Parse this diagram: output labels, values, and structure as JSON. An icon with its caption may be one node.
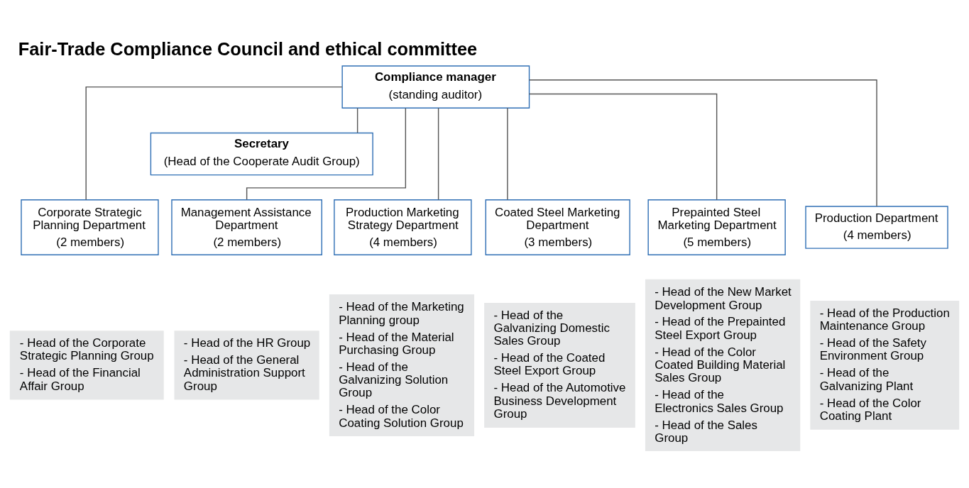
{
  "diagram": {
    "title": "Fair-Trade Compliance Council and ethical committee",
    "nodes": [
      {
        "text": [
          "Compliance manager",
          "(standing auditor)"
        ]
      },
      {
        "text": [
          "Secretary",
          "(Head of the Cooperate Audit Group)"
        ]
      },
      {
        "text": [
          "Corporate Strategic Planning Department",
          "(2 members)"
        ]
      },
      {
        "text": [
          "Management Assistance Department",
          "(2 members)"
        ]
      },
      {
        "text": [
          "Production Marketing Strategy Department",
          "(4 members)"
        ]
      },
      {
        "text": [
          "Coated Steel Marketing Department",
          "(3 members)"
        ]
      },
      {
        "text": [
          "Prepainted Steel Marketing Department",
          "(5 members)"
        ]
      },
      {
        "text": [
          "Production Department",
          "(4 members)"
        ]
      },
      {
        "text": [
          "- Head of the Corporate Strategic Planning Group",
          "- Head of the Financial Affair Group"
        ]
      },
      {
        "text": [
          "- Head of the HR Group",
          "- Head of the General Administration Support Group"
        ]
      },
      {
        "text": [
          "- Head of the Marketing Planning group",
          "- Head of the Material Purchasing Group",
          "- Head of the Galvanizing Solution Group",
          "- Head of the Color Coating Solution Group"
        ]
      },
      {
        "text": [
          "- Head of the Galvanizing Domestic Sales Group",
          "- Head of the Coated Steel Export Group",
          "- Head of the Automotive Business Development Group"
        ]
      },
      {
        "text": [
          "- Head of the New Market Development Group",
          "- Head of the Prepainted Steel Export Group",
          "- Head of the Color Coated Building Material Sales Group",
          "- Head of the Electronics Sales Group",
          "- Head of the Sales Group"
        ]
      },
      {
        "text": [
          "- Head of the Production Maintenance Group",
          "- Head of the Safety Environment Group",
          "- Head of the Galvanizing Plant",
          "- Head of the Color Coating Plant"
        ]
      }
    ],
    "edges": [
      {
        "from": 0,
        "to": 1,
        "arrow": "none"
      },
      {
        "from": 0,
        "to": 2,
        "arrow": "none"
      },
      {
        "from": 0,
        "to": 3,
        "arrow": "none"
      },
      {
        "from": 0,
        "to": 4,
        "arrow": "none"
      },
      {
        "from": 0,
        "to": 5,
        "arrow": "none"
      },
      {
        "from": 0,
        "to": 6,
        "arrow": "none"
      },
      {
        "from": 0,
        "to": 7,
        "arrow": "none"
      }
    ]
  }
}
